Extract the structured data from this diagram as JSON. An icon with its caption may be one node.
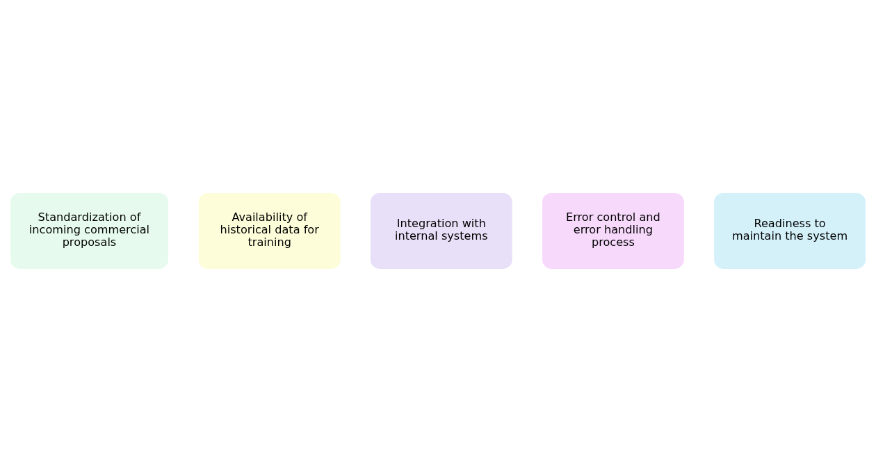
{
  "diagram": {
    "nodes": [
      {
        "text": [
          "Standardization of incoming commercial proposals"
        ]
      },
      {
        "text": [
          "Availability of historical data for training"
        ]
      },
      {
        "text": [
          "Integration with internal systems"
        ]
      },
      {
        "text": [
          "Error control and error handling process"
        ]
      },
      {
        "text": [
          "Readiness to maintain the system"
        ]
      }
    ]
  }
}
